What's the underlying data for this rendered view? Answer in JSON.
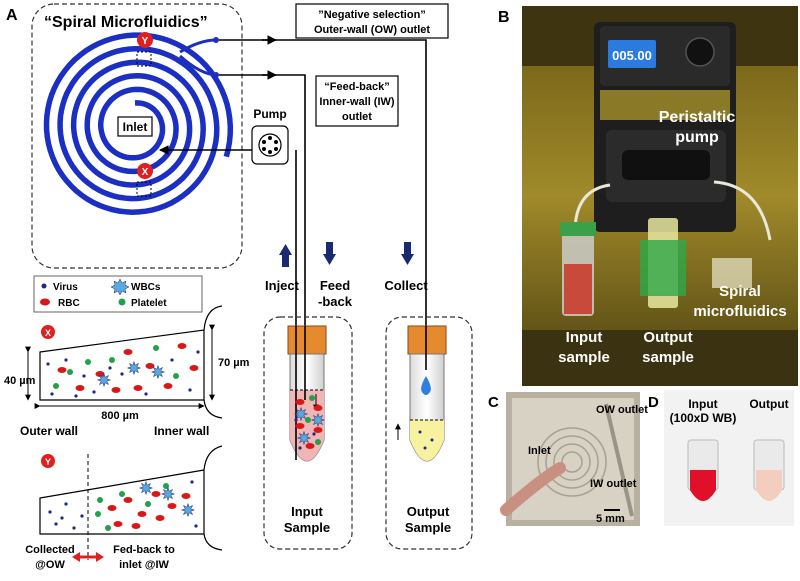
{
  "panels": {
    "a": "A",
    "b": "B",
    "c": "C",
    "d": "D"
  },
  "schematic": {
    "title": "“Spiral Microfluidics”",
    "inlet": "Inlet",
    "marker_y": "Y",
    "marker_x": "X",
    "ow_box": [
      "”Negative selection”",
      "Outer-wall (OW) outlet"
    ],
    "iw_box": [
      "“Feed-back”",
      "Inner-wall (IW)",
      "outlet"
    ],
    "pump": "Pump",
    "inject": "Inject",
    "feedback": [
      "Feed",
      "-back"
    ],
    "collect": "Collect",
    "input_sample": [
      "Input",
      "Sample"
    ],
    "output_sample": [
      "Output",
      "Sample"
    ]
  },
  "legend": {
    "virus": "Virus",
    "wbcs": "WBCs",
    "rbc": "RBC",
    "platelet": "Platelet",
    "colors": {
      "virus": "#1a2a8a",
      "wbcs": "#5aa8e0",
      "rbc": "#d81818",
      "platelet": "#22a04a"
    }
  },
  "cross_section": {
    "height_left": "40 µm",
    "height_right": "70 µm",
    "width": "800 µm",
    "outer_wall": "Outer wall",
    "inner_wall": "Inner wall",
    "collected": [
      "Collected",
      "@OW"
    ],
    "fedback": [
      "Fed-back to",
      "inlet @IW"
    ]
  },
  "photo_b": {
    "pump_label": [
      "Peristaltic",
      "pump"
    ],
    "spiral_label": [
      "Spiral",
      "microfluidics"
    ],
    "input_label": [
      "Input",
      "sample"
    ],
    "output_label": [
      "Output",
      "sample"
    ],
    "lcd": "005.00"
  },
  "photo_c": {
    "ow_outlet": "OW outlet",
    "inlet": "Inlet",
    "iw_outlet": "IW outlet",
    "scale": "5 mm"
  },
  "photo_d": {
    "input": [
      "Input",
      "(100xD WB)"
    ],
    "output": "Output"
  },
  "colors": {
    "spiral": "#1b2fc2",
    "tube": "#000000",
    "arrow": "#1a2a6e",
    "marker": "#e02020"
  }
}
